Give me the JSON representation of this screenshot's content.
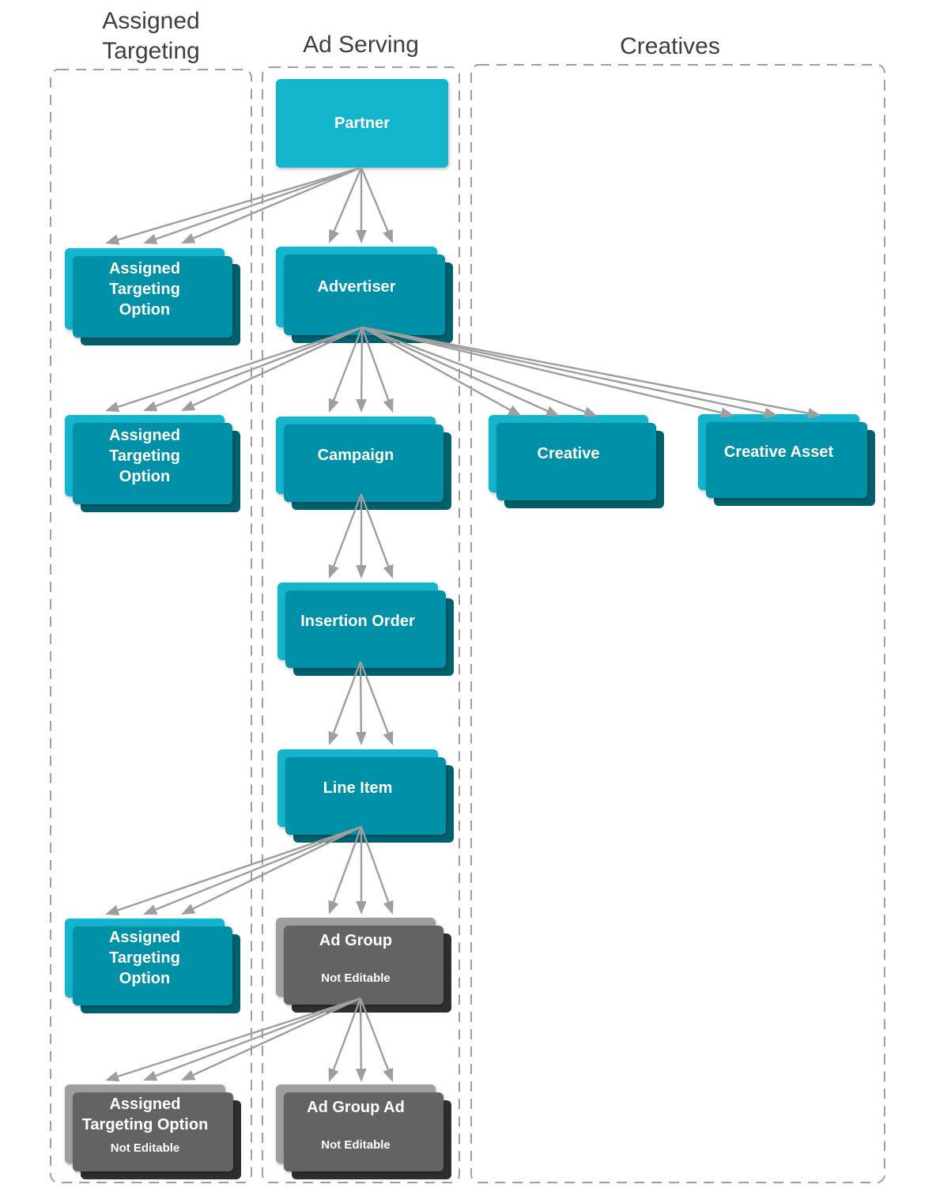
{
  "columns": [
    {
      "id": "assigned-targeting",
      "label": "Assigned\nTargeting"
    },
    {
      "id": "ad-serving",
      "label": "Ad Serving"
    },
    {
      "id": "creatives",
      "label": "Creatives"
    }
  ],
  "nodes": {
    "partner": {
      "label": "Partner",
      "editable": true
    },
    "ato_partner": {
      "label": "Assigned\nTargeting\nOption",
      "editable": true
    },
    "advertiser": {
      "label": "Advertiser",
      "editable": true
    },
    "ato_advertiser": {
      "label": "Assigned\nTargeting\nOption",
      "editable": true
    },
    "campaign": {
      "label": "Campaign",
      "editable": true
    },
    "creative": {
      "label": "Creative",
      "editable": true
    },
    "creative_asset": {
      "label": "Creative Asset",
      "editable": true
    },
    "insertion_order": {
      "label": "Insertion Order",
      "editable": true
    },
    "line_item": {
      "label": "Line Item",
      "editable": true
    },
    "ato_line_item": {
      "label": "Assigned\nTargeting\nOption",
      "editable": true
    },
    "ad_group": {
      "label": "Ad Group",
      "sublabel": "Not Editable",
      "editable": false
    },
    "ato_ad_group": {
      "label": "Assigned\nTargeting Option",
      "sublabel": "Not Editable",
      "editable": false
    },
    "ad_group_ad": {
      "label": "Ad Group Ad",
      "sublabel": "Not Editable",
      "editable": false
    }
  },
  "edges": [
    {
      "from": "partner",
      "to": "ato_partner",
      "arrows": 3
    },
    {
      "from": "partner",
      "to": "advertiser",
      "arrows": 3
    },
    {
      "from": "advertiser",
      "to": "ato_advertiser",
      "arrows": 3
    },
    {
      "from": "advertiser",
      "to": "campaign",
      "arrows": 3
    },
    {
      "from": "advertiser",
      "to": "creative",
      "arrows": 3
    },
    {
      "from": "advertiser",
      "to": "creative_asset",
      "arrows": 3
    },
    {
      "from": "campaign",
      "to": "insertion_order",
      "arrows": 3
    },
    {
      "from": "insertion_order",
      "to": "line_item",
      "arrows": 3
    },
    {
      "from": "line_item",
      "to": "ato_line_item",
      "arrows": 3
    },
    {
      "from": "line_item",
      "to": "ad_group",
      "arrows": 3
    },
    {
      "from": "ad_group",
      "to": "ato_ad_group",
      "arrows": 3
    },
    {
      "from": "ad_group",
      "to": "ad_group_ad",
      "arrows": 3
    }
  ],
  "colors": {
    "node_teal": "#12b5cb",
    "node_teal_mid": "#0090a8",
    "node_teal_dark": "#00616e",
    "node_gray": "#9e9e9e",
    "node_gray_mid": "#636363",
    "node_gray_dark": "#2e2e2e",
    "arrow": "#9e9e9e",
    "dashed_border": "#9e9e9e",
    "header_text": "#3c4043",
    "node_text": "#ffffff"
  }
}
